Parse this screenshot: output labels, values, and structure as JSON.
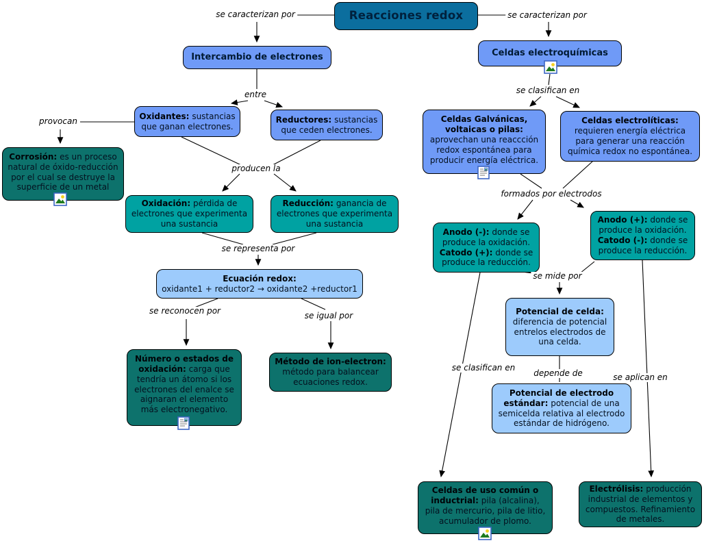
{
  "title": {
    "text": "Reacciones redox"
  },
  "colors": {
    "title_bg": "#0b6e9e",
    "blue": "#6f9af7",
    "light_blue": "#9dcbfc",
    "teal": "#00a2a2",
    "dark_teal": "#0d726c",
    "border": "#000000"
  },
  "nodes": {
    "intercambio": {
      "text": "Intercambio de electrones"
    },
    "celdas_electroquimicas": {
      "text": "Celdas electroquímicas",
      "icon": "image-icon"
    },
    "oxidantes": {
      "b": "Oxidantes:",
      "t": "sustancias que ganan electrones."
    },
    "reductores": {
      "b": "Reductores:",
      "t": "sustancias que ceden electrones."
    },
    "corrosion": {
      "b": "Corrosión:",
      "t": "es un proceso natural de óxido-reducción por el cual se destruye la superficie de un metal",
      "icon": "image-icon"
    },
    "oxidacion": {
      "b": "Oxidación:",
      "t": "pérdida de electrones que experimenta una sustancia"
    },
    "reduccion": {
      "b": "Reducción:",
      "t": "ganancia de electrones que experimenta una sustancia"
    },
    "ecuacion": {
      "b": "Ecuación redox:",
      "t": "oxidante1 + reductor2 → oxidante2 +reductor1"
    },
    "numero_estados": {
      "b": "Número o estados de oxidación:",
      "t": "carga que tendría un átomo si los electrones del enalce se aignaran el elemento más electronegativo.",
      "icon": "document-icon"
    },
    "metodo_ion": {
      "b": "Método de ion-electron:",
      "t": "método para balancear ecuaciones redox."
    },
    "galvanicas": {
      "b": "Celdas Galvánicas, voltaicas o pilas:",
      "t": "aprovechan una reaccción redox espontánea para producir energía eléctrica.",
      "icon": "document-icon"
    },
    "electroliticas": {
      "b": "Celdas electrolíticas:",
      "t": "requieren energía eléctrica para generar una reacción química redox no espontánea."
    },
    "anodo_neg": {
      "b1": "Anodo (-):",
      "t1": "donde se produce la oxidación.",
      "b2": "Catodo (+):",
      "t2": "donde se produce la reducción."
    },
    "anodo_pos": {
      "b1": "Anodo (+):",
      "t1": "donde se produce la oxidación.",
      "b2": "Catodo (-):",
      "t2": "donde se produce la reducción."
    },
    "potencial_celda": {
      "b": "Potencial de celda:",
      "t": "diferencia de potencial entrelos electrodos de una celda."
    },
    "potencial_estandar": {
      "b": "Potencial de electrodo estándar:",
      "t": "potencial de una semicelda relativa al electrodo estándar de hidrógeno."
    },
    "uso_comun": {
      "b": "Celdas de uso común o inductrial:",
      "t": "pila (alcalina), pila de mercurio, pila de litio, acumulador de plomo.",
      "icon": "image-icon"
    },
    "electrolisis": {
      "b": "Electrólisis:",
      "t": "producción industrial de elementos y compuestos. Refinamiento de metales."
    }
  },
  "labels": {
    "caracterizan_izq": "se caracterizan por",
    "caracterizan_der": "se caracterizan por",
    "entre": "entre",
    "provocan": "provocan",
    "producen_la": "producen la",
    "se_representa": "se representa por",
    "se_reconocen": "se reconocen por",
    "se_igual": "se igual por",
    "se_clasifican_celdas": "se clasifican en",
    "formados_electrodos": "formados por electrodos",
    "se_mide": "se mide por",
    "se_clasifican_pilas": "se clasifican en",
    "depende_de": "depende de",
    "se_aplican": "se aplican en"
  }
}
